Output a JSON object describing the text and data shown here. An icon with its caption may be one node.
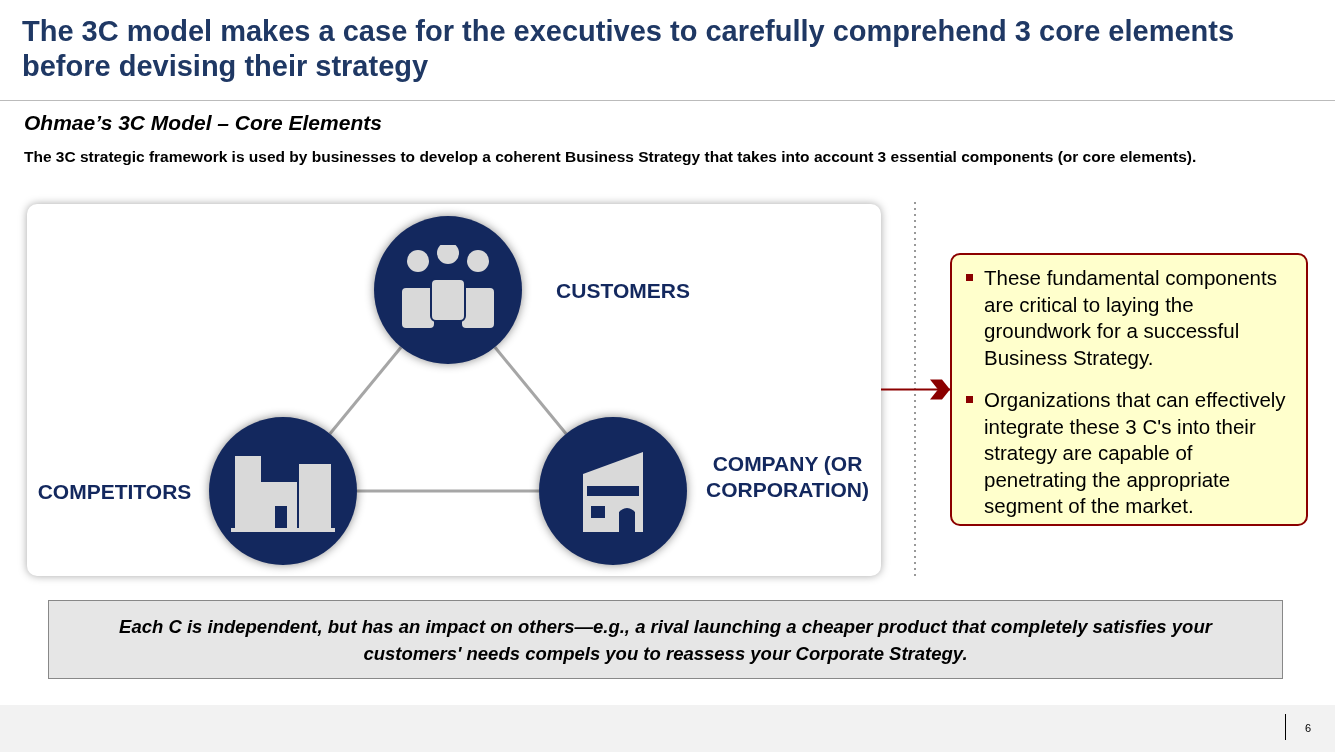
{
  "diagram": {
    "title": "The 3C model makes a case for the executives to carefully comprehend 3 core elements before devising their strategy",
    "nodes": [
      {
        "text": [],
        "shape": "box"
      },
      {
        "text": [],
        "shape": "circle",
        "in": 0,
        "beside": [
          "CUSTOMERS"
        ]
      },
      {
        "text": [],
        "shape": "circle",
        "in": 0,
        "beside": [
          "COMPETITORS"
        ]
      },
      {
        "text": [],
        "shape": "circle",
        "in": 0,
        "beside": [
          "COMPANY (OR CORPORATION)"
        ]
      },
      {
        "text": [
          "These fundamental components are critical to laying the groundwork for a successful Business Strategy.",
          "Organizations that can effectively integrate these 3 C's into their strategy are capable of penetrating the appropriate segment of the market."
        ]
      },
      {
        "text": [
          "Each C is independent, but has an impact on others—e.g., a rival launching a cheaper product that completely satisfies your customers' needs compels you to reassess your Corporate Strategy."
        ]
      }
    ],
    "edges": [
      {
        "from": 1,
        "to": 2,
        "arrow": "none"
      },
      {
        "from": 1,
        "to": 3,
        "arrow": "none"
      },
      {
        "from": 2,
        "to": 3,
        "arrow": "none"
      },
      {
        "from": 0,
        "to": 4,
        "arrow": "to",
        "color": "#8b0000"
      }
    ],
    "labels": [
      "Ohmae’s 3C Model – Core Elements",
      "The 3C strategic framework is used by businesses to develop a coherent Business Strategy that takes into account 3 essential components (or core elements).",
      "6"
    ]
  }
}
